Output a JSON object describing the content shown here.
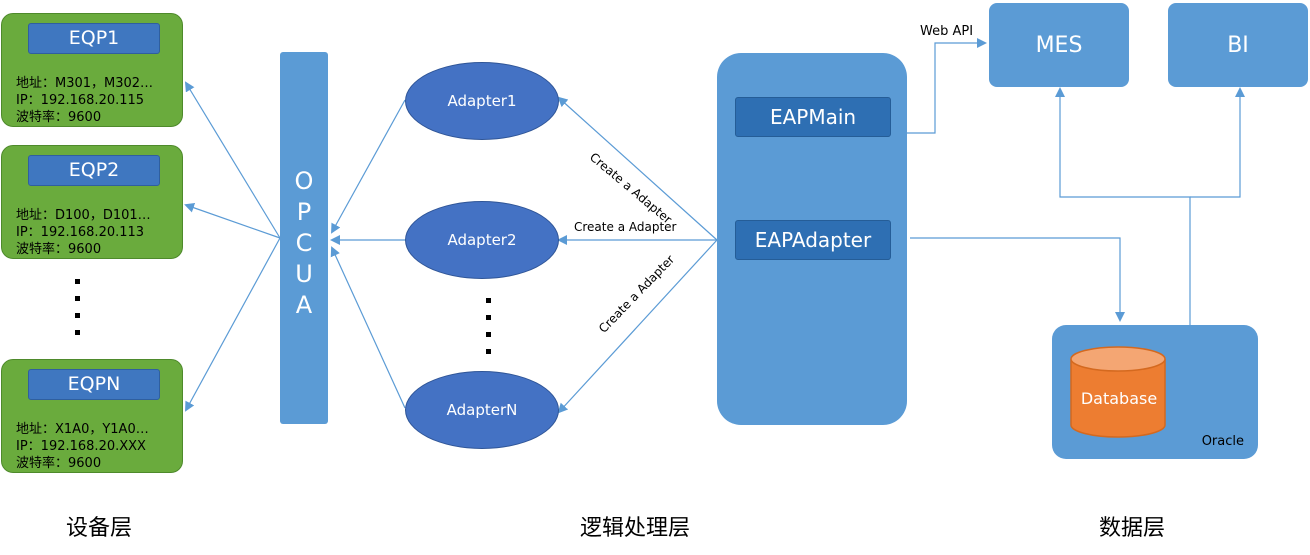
{
  "device_layer": {
    "label": "设备层",
    "devices": [
      {
        "title": "EQP1",
        "address": "地址：M301，M302…",
        "ip": "IP：192.168.20.115",
        "baud": "波特率：9600"
      },
      {
        "title": "EQP2",
        "address": "地址：D100，D101…",
        "ip": "IP：192.168.20.113",
        "baud": "波特率：9600"
      },
      {
        "title": "EQPN",
        "address": "地址：X1A0，Y1A0…",
        "ip": "IP：192.168.20.XXX",
        "baud": "波特率：9600"
      }
    ]
  },
  "opcua": {
    "letters": [
      "O",
      "P",
      "C",
      "U",
      "A"
    ]
  },
  "logic_layer": {
    "label": "逻辑处理层",
    "adapters": [
      "Adapter1",
      "Adapter2",
      "AdapterN"
    ],
    "edge_labels": [
      "Create a Adapter",
      "Create a Adapter",
      "Create a Adapter"
    ],
    "eap": {
      "main": "EAPMain",
      "adapter": "EAPAdapter"
    }
  },
  "data_layer": {
    "label": "数据层",
    "mes": "MES",
    "bi": "BI",
    "web_api": "Web API",
    "database": "Database",
    "oracle": "Oracle"
  },
  "colors": {
    "device_green": "#6aab3d",
    "title_blue": "#3f77c0",
    "panel_blue": "#5b9bd5",
    "ellipse_blue": "#4472c4",
    "connector": "#5b9bd5",
    "database_orange": "#ed7d31"
  }
}
